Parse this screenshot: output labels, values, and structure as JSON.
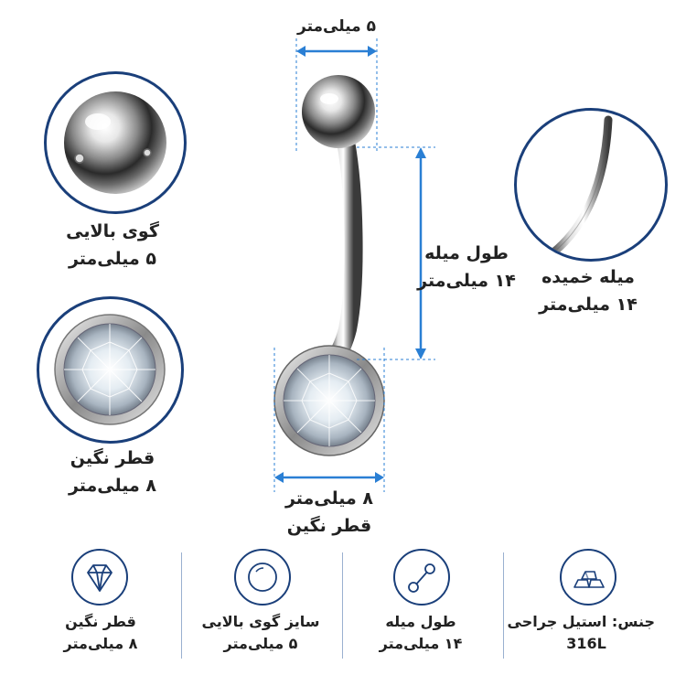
{
  "details": {
    "top_ball": {
      "line1": "گوی بالایی",
      "line2": "۵ میلی‌متر"
    },
    "gem": {
      "line1": "قطر نگین",
      "line2": "۸ میلی‌متر"
    },
    "curved_bar": {
      "line1": "میله خمیده",
      "line2": "۱۴ میلی‌متر"
    }
  },
  "dimensions": {
    "ball_width": "۵ میلی‌متر",
    "bar_length": {
      "line1": "طول میله",
      "line2": "۱۴ میلی‌متر"
    },
    "gem_width": {
      "line1": "۸ میلی‌متر",
      "line2": "قطر نگین"
    }
  },
  "specs": [
    {
      "icon": "diamond-icon",
      "line1": "قطر نگین",
      "line2": "۸ میلی‌متر"
    },
    {
      "icon": "ball-icon",
      "line1": "سایز گوی بالایی",
      "line2": "۵ میلی‌متر"
    },
    {
      "icon": "bar-icon",
      "line1": "طول میله",
      "line2": "۱۴ میلی‌متر"
    },
    {
      "icon": "metal-bars-icon",
      "line1": "جنس: استیل جراحی",
      "line2": "316L"
    }
  ],
  "colors": {
    "accent": "#1a3f7a",
    "dimension": "#2a7fd4"
  }
}
